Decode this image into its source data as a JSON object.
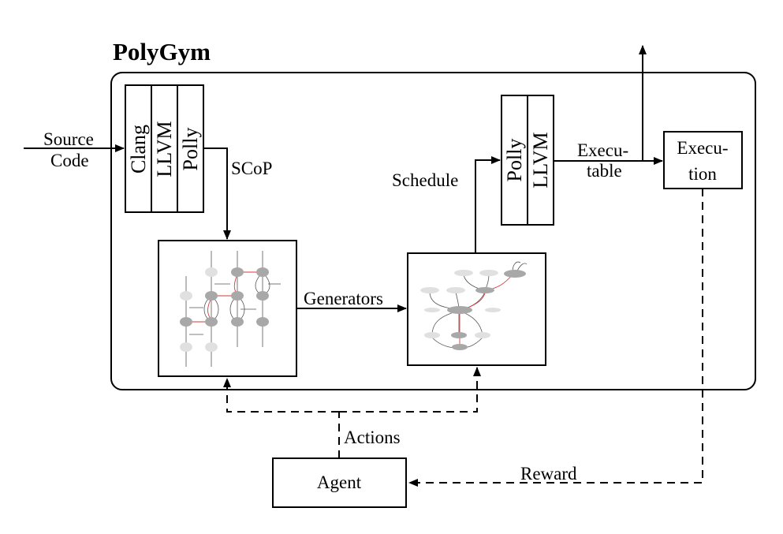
{
  "title": "PolyGym",
  "frontend_stack": [
    "Clang",
    "LLVM",
    "Polly"
  ],
  "backend_stack": [
    "Polly",
    "LLVM"
  ],
  "labels": {
    "source_code_line1": "Source",
    "source_code_line2": "Code",
    "scop": "SCoP",
    "generators": "Generators",
    "schedule": "Schedule",
    "executable_line1": "Execu-",
    "executable_line2": "table",
    "execution_line1": "Execu-",
    "execution_line2": "tion",
    "actions": "Actions",
    "agent": "Agent",
    "reward": "Reward"
  },
  "colors": {
    "line": "#000000",
    "graph_node_light": "#e0e0e0",
    "graph_node_dark": "#a8a8a8",
    "graph_edge_highlight": "#d43a3a"
  }
}
